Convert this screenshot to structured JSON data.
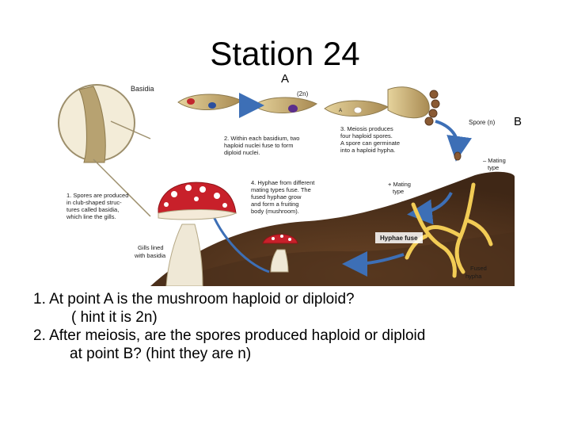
{
  "slide": {
    "title": "Station 24",
    "marker_a": "A",
    "marker_b": "B"
  },
  "figure": {
    "labels": {
      "basidia": "Basidia",
      "two_n": "(2n)",
      "a": "A",
      "spore_n": "Spore (n)",
      "step2": [
        "2. Within each basidium, two",
        "haploid nuclei fuse to form",
        "diploid nuclei."
      ],
      "step3": [
        "3. Meiosis produces",
        "four haploid spores.",
        "A spore can germinate",
        "into a haploid hypha."
      ],
      "mating_minus": [
        "– Mating",
        "type"
      ],
      "mating_plus": [
        "+ Mating",
        "type"
      ],
      "step4": [
        "4. Hyphae from different",
        "mating types fuse. The",
        "fused hyphae grow",
        "and form a fruiting",
        "body (mushroom)."
      ],
      "step1": [
        "1. Spores are produced",
        "in club-shaped struc-",
        "tures called basidia,",
        "which line the gills."
      ],
      "hyphae_fuse": "Hyphae fuse",
      "gills": [
        "Gills lined",
        "with basidia"
      ],
      "fused_hypha": [
        "Fused",
        "hypha"
      ]
    },
    "colors": {
      "cap_red": "#c8202a",
      "soil": "#5a3a22",
      "arrow_blue": "#3d6fb6",
      "hyphae": "#f2cc55",
      "basidium_tan": "#c9a96e"
    }
  },
  "questions": [
    {
      "line1": "1.   At point A is the mushroom haploid or diploid?",
      "line2": "( hint it is 2n)"
    },
    {
      "line1": "2. After meiosis, are the spores produced haploid or diploid",
      "line2": "at point B?  (hint they are n)"
    }
  ]
}
